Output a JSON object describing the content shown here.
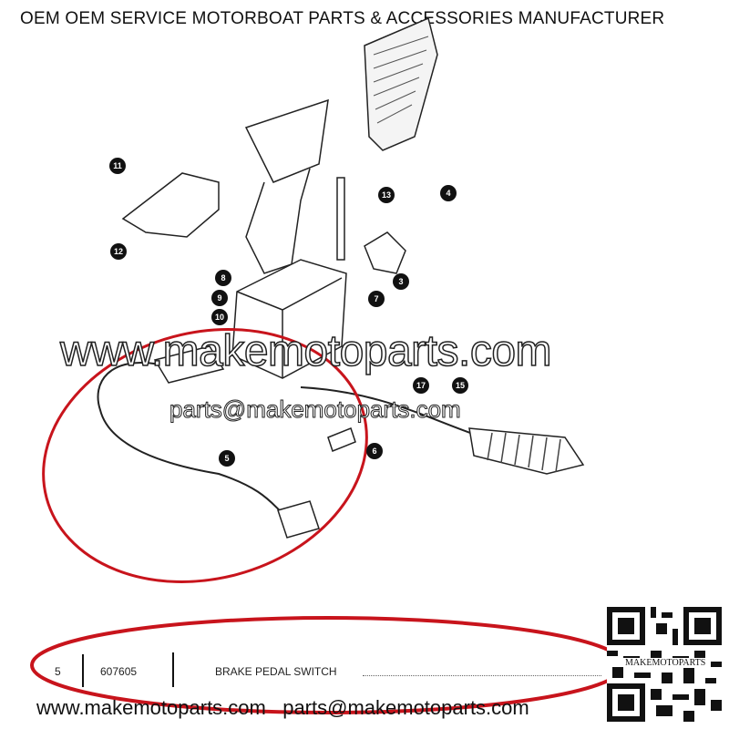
{
  "header": {
    "title": "OEM OEM SERVICE MOTORBOAT PARTS & ACCESSORIES MANUFACTURER"
  },
  "diagram": {
    "callouts": [
      "11",
      "12",
      "13",
      "4",
      "8",
      "7",
      "3",
      "9",
      "10",
      "17",
      "15",
      "5",
      "6"
    ],
    "highlight_color": "#c8141c"
  },
  "watermark": {
    "site": "www.makemotoparts.com",
    "email": "parts@makemotoparts.com"
  },
  "parts_row": {
    "item": "5",
    "part_number": "607605",
    "description": "BRAKE PEDAL SWITCH"
  },
  "footer": {
    "site": "www.makemotoparts.com",
    "email": "parts@makemotoparts.com"
  },
  "qr": {
    "label": "MAKEMOTOPARTS"
  }
}
